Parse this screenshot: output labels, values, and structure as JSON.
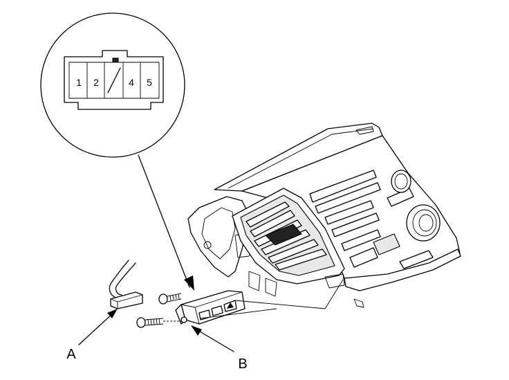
{
  "connector_pins": [
    "1",
    "2",
    "4",
    "5"
  ],
  "callouts": {
    "a": "A",
    "b": "B"
  }
}
